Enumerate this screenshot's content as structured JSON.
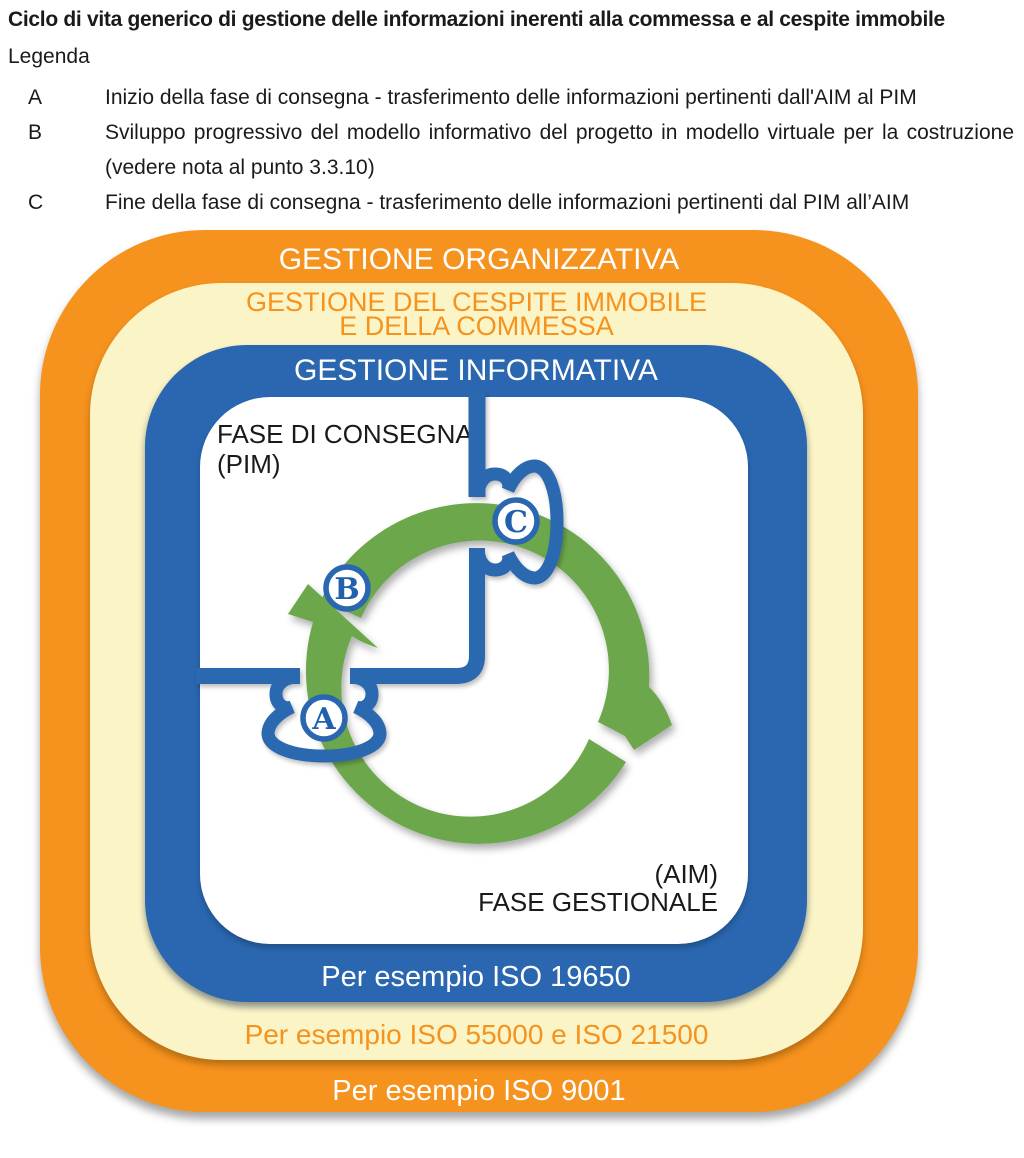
{
  "figure": {
    "title": "Ciclo di vita generico di gestione delle informazioni inerenti alla commessa e al cespite immobile",
    "legend": {
      "heading": "Legenda",
      "items": [
        {
          "key": "A",
          "text": "Inizio della fase di consegna - trasferimento delle informazioni pertinenti dall'AIM al PIM"
        },
        {
          "key": "B",
          "text": "Sviluppo progressivo del modello informativo del progetto in modello virtuale per la costruzione (vedere nota al punto 3.3.10)"
        },
        {
          "key": "C",
          "text": "Fine della fase di consegna - trasferimento delle informazioni pertinenti dal PIM all’AIM"
        }
      ]
    }
  },
  "diagram": {
    "rings": {
      "organizational": {
        "label": "GESTIONE ORGANIZZATIVA",
        "footer": "Per esempio ISO 9001",
        "color": "#F6921E"
      },
      "asset_project": {
        "label_line1": "GESTIONE DEL CESPITE IMMOBILE",
        "label_line2": "E DELLA COMMESSA",
        "footer": "Per esempio ISO 55000 e ISO 21500",
        "color": "#FAF4C6"
      },
      "information": {
        "label": "GESTIONE INFORMATIVA",
        "footer": "Per esempio ISO 19650",
        "color": "#2A67B0"
      }
    },
    "phases": {
      "delivery": {
        "line1": "FASE DI CONSEGNA",
        "line2": "(PIM)"
      },
      "operational": {
        "line1": "(AIM)",
        "line2": "FASE GESTIONALE"
      }
    },
    "markers": [
      {
        "label": "A"
      },
      {
        "label": "B"
      },
      {
        "label": "C"
      }
    ],
    "colors": {
      "cycle_green": "#6CA74B",
      "connector_blue": "#2A67B0",
      "marker_letter_blue": "#2060AC",
      "text_black": "#1a1a1a"
    }
  }
}
